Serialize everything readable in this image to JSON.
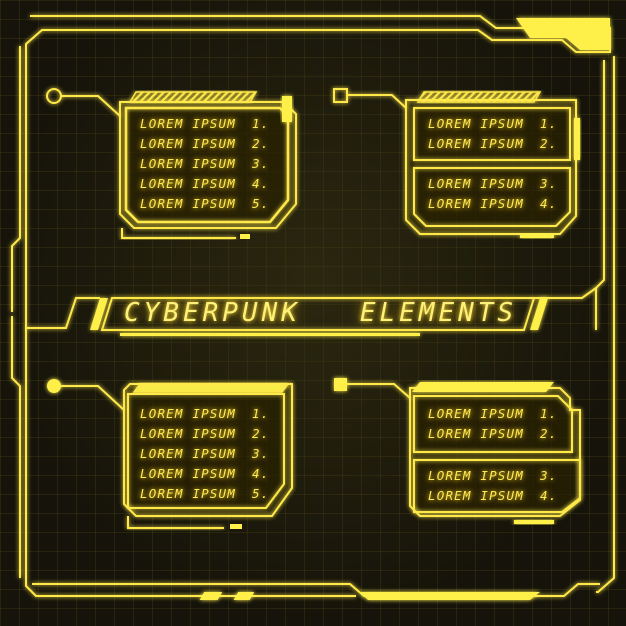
{
  "title": "CYBERPUNK   ELEMENTS",
  "panels": {
    "top_left": {
      "rows": [
        {
          "label": "LOREM IPSUM",
          "num": "1."
        },
        {
          "label": "LOREM IPSUM",
          "num": "2."
        },
        {
          "label": "LOREM IPSUM",
          "num": "3."
        },
        {
          "label": "LOREM IPSUM",
          "num": "4."
        },
        {
          "label": "LOREM IPSUM",
          "num": "5."
        }
      ]
    },
    "top_right": {
      "rows": [
        {
          "label": "LOREM IPSUM",
          "num": "1."
        },
        {
          "label": "LOREM IPSUM",
          "num": "2."
        },
        {
          "label": "LOREM IPSUM",
          "num": "3."
        },
        {
          "label": "LOREM IPSUM",
          "num": "4."
        }
      ]
    },
    "bottom_left": {
      "rows": [
        {
          "label": "LOREM IPSUM",
          "num": "1."
        },
        {
          "label": "LOREM IPSUM",
          "num": "2."
        },
        {
          "label": "LOREM IPSUM",
          "num": "3."
        },
        {
          "label": "LOREM IPSUM",
          "num": "4."
        },
        {
          "label": "LOREM IPSUM",
          "num": "5."
        }
      ]
    },
    "bottom_right": {
      "rows": [
        {
          "label": "LOREM IPSUM",
          "num": "1."
        },
        {
          "label": "LOREM IPSUM",
          "num": "2."
        },
        {
          "label": "LOREM IPSUM",
          "num": "3."
        },
        {
          "label": "LOREM IPSUM",
          "num": "4."
        }
      ]
    }
  },
  "colors": {
    "neon": "#ffe94a",
    "neon_bright": "#fff36e",
    "fill": "#fff04a",
    "background": "#16140a"
  },
  "icons": [
    "circle-node-icon",
    "square-node-icon"
  ]
}
